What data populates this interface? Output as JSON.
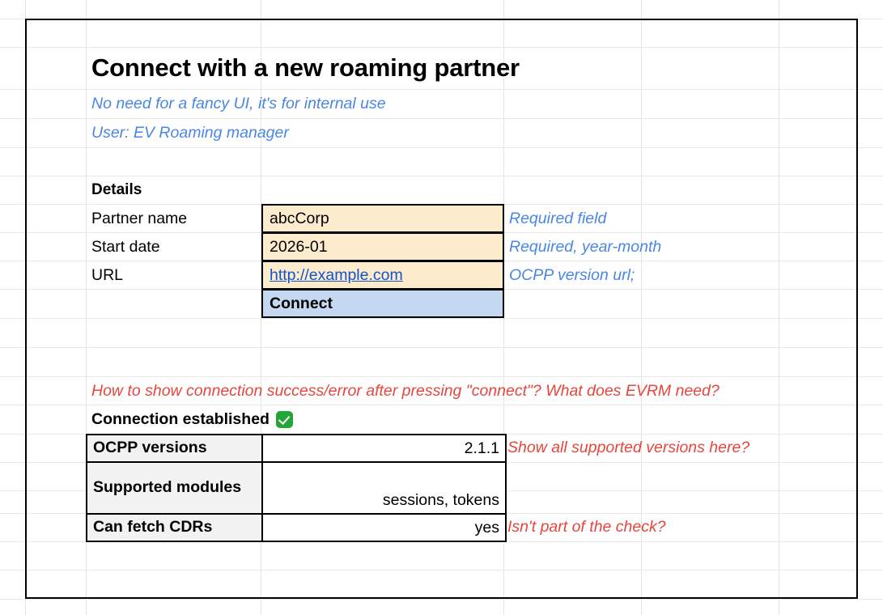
{
  "document": {
    "type": "spreadsheet-mockup",
    "title": "Connect with a new roaming partner",
    "subtitle_1": "No need for a fancy UI, it's for internal use",
    "subtitle_2": "User: EV Roaming manager"
  },
  "colors": {
    "note_blue": "#4a86e8",
    "note_red": "#e8453c",
    "input_fill": "#fcebcd",
    "button_fill": "#c5d8f2",
    "header_fill": "#f2f2f2",
    "link": "#1155cc",
    "success_green": "#21a637",
    "gridline": "#e4e4e4"
  },
  "details": {
    "heading": "Details",
    "fields": [
      {
        "label": "Partner name",
        "value": "abcCorp",
        "note": "Required field",
        "is_link": false
      },
      {
        "label": "Start date",
        "value": "2026-01",
        "note": "Required, year-month",
        "is_link": false
      },
      {
        "label": "URL",
        "value": "http://example.com",
        "note": "OCPP version url;",
        "is_link": true
      }
    ],
    "submit_label": "Connect"
  },
  "feedback": {
    "question": "How to show connection success/error after pressing \"connect\"? What does EVRM need?",
    "status_text": "Connection established",
    "status_icon": "white-check-mark-emoji"
  },
  "results": {
    "rows": [
      {
        "key": "OCPP versions",
        "value": "2.1.1",
        "note": "Show all supported versions here?"
      },
      {
        "key": "Supported modules",
        "value": "sessions, tokens",
        "note": ""
      },
      {
        "key": "Can fetch CDRs",
        "value": "yes",
        "note": "Isn't part of the check?"
      }
    ]
  }
}
